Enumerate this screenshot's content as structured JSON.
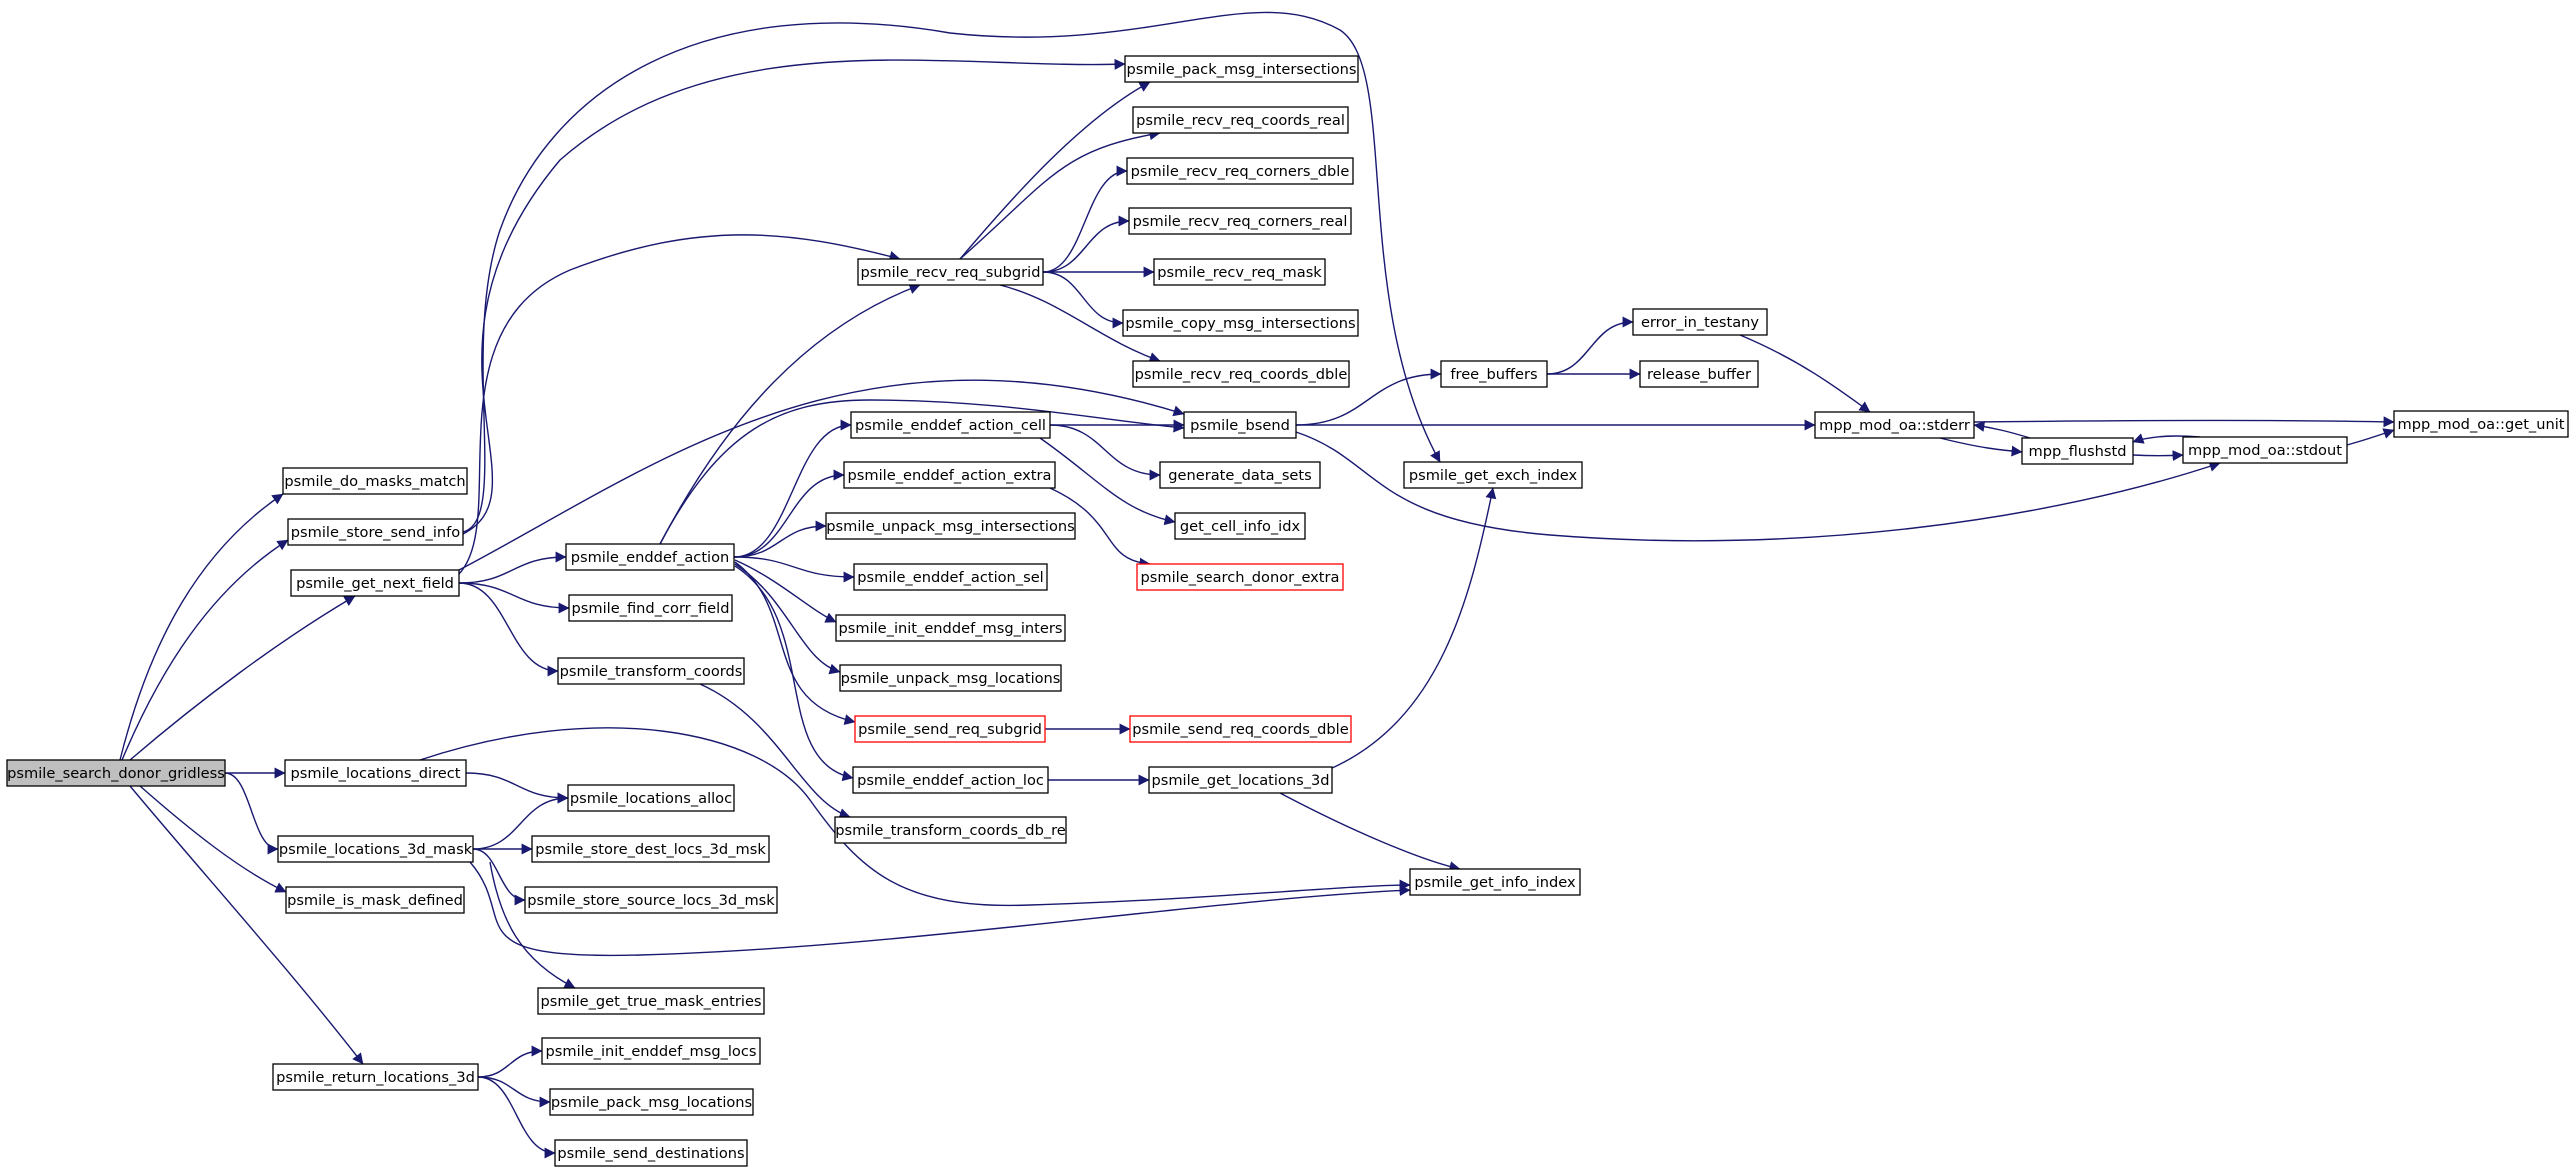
{
  "graph": {
    "root": "psmile_search_donor_gridless",
    "edge_color": "#191970",
    "root_fill": "#bfbfbf",
    "truncated_node_border": "#ff0000",
    "nodes": [
      {
        "id": "psmile_search_donor_gridless",
        "root": true
      },
      {
        "id": "psmile_do_masks_match"
      },
      {
        "id": "psmile_store_send_info"
      },
      {
        "id": "psmile_get_next_field"
      },
      {
        "id": "psmile_locations_direct"
      },
      {
        "id": "psmile_locations_3d_mask"
      },
      {
        "id": "psmile_is_mask_defined"
      },
      {
        "id": "psmile_return_locations_3d"
      },
      {
        "id": "psmile_enddef_action"
      },
      {
        "id": "psmile_find_corr_field"
      },
      {
        "id": "psmile_transform_coords"
      },
      {
        "id": "psmile_locations_alloc"
      },
      {
        "id": "psmile_store_dest_locs_3d_msk"
      },
      {
        "id": "psmile_store_source_locs_3d_msk"
      },
      {
        "id": "psmile_get_true_mask_entries"
      },
      {
        "id": "psmile_init_enddef_msg_locs"
      },
      {
        "id": "psmile_pack_msg_locations"
      },
      {
        "id": "psmile_send_destinations"
      },
      {
        "id": "psmile_recv_req_subgrid"
      },
      {
        "id": "psmile_enddef_action_cell"
      },
      {
        "id": "psmile_enddef_action_extra"
      },
      {
        "id": "psmile_unpack_msg_intersections"
      },
      {
        "id": "psmile_enddef_action_sel"
      },
      {
        "id": "psmile_init_enddef_msg_inters"
      },
      {
        "id": "psmile_unpack_msg_locations"
      },
      {
        "id": "psmile_send_req_subgrid",
        "truncated": true
      },
      {
        "id": "psmile_enddef_action_loc"
      },
      {
        "id": "psmile_transform_coords_db_re"
      },
      {
        "id": "psmile_pack_msg_intersections"
      },
      {
        "id": "psmile_recv_req_coords_real"
      },
      {
        "id": "psmile_recv_req_corners_dble"
      },
      {
        "id": "psmile_recv_req_corners_real"
      },
      {
        "id": "psmile_recv_req_mask"
      },
      {
        "id": "psmile_copy_msg_intersections"
      },
      {
        "id": "psmile_recv_req_coords_dble"
      },
      {
        "id": "psmile_bsend"
      },
      {
        "id": "generate_data_sets"
      },
      {
        "id": "get_cell_info_idx"
      },
      {
        "id": "psmile_search_donor_extra",
        "truncated": true
      },
      {
        "id": "psmile_send_req_coords_dble",
        "truncated": true
      },
      {
        "id": "psmile_get_locations_3d"
      },
      {
        "id": "free_buffers"
      },
      {
        "id": "error_in_testany"
      },
      {
        "id": "release_buffer"
      },
      {
        "id": "psmile_get_exch_index"
      },
      {
        "id": "psmile_get_info_index"
      },
      {
        "id": "mpp_mod_oa::stderr"
      },
      {
        "id": "mpp_flushstd"
      },
      {
        "id": "mpp_mod_oa::stdout"
      },
      {
        "id": "mpp_mod_oa::get_unit"
      }
    ],
    "edges": [
      [
        "psmile_search_donor_gridless",
        "psmile_do_masks_match"
      ],
      [
        "psmile_search_donor_gridless",
        "psmile_store_send_info"
      ],
      [
        "psmile_search_donor_gridless",
        "psmile_get_next_field"
      ],
      [
        "psmile_search_donor_gridless",
        "psmile_locations_direct"
      ],
      [
        "psmile_search_donor_gridless",
        "psmile_locations_3d_mask"
      ],
      [
        "psmile_search_donor_gridless",
        "psmile_is_mask_defined"
      ],
      [
        "psmile_search_donor_gridless",
        "psmile_return_locations_3d"
      ],
      [
        "psmile_store_send_info",
        "psmile_pack_msg_intersections"
      ],
      [
        "psmile_store_send_info",
        "psmile_get_exch_index"
      ],
      [
        "psmile_get_next_field",
        "psmile_enddef_action"
      ],
      [
        "psmile_get_next_field",
        "psmile_find_corr_field"
      ],
      [
        "psmile_get_next_field",
        "psmile_transform_coords"
      ],
      [
        "psmile_get_next_field",
        "psmile_recv_req_subgrid"
      ],
      [
        "psmile_get_next_field",
        "psmile_bsend"
      ],
      [
        "psmile_locations_direct",
        "psmile_locations_alloc"
      ],
      [
        "psmile_locations_direct",
        "psmile_get_info_index"
      ],
      [
        "psmile_locations_3d_mask",
        "psmile_locations_alloc"
      ],
      [
        "psmile_locations_3d_mask",
        "psmile_store_dest_locs_3d_msk"
      ],
      [
        "psmile_locations_3d_mask",
        "psmile_store_source_locs_3d_msk"
      ],
      [
        "psmile_locations_3d_mask",
        "psmile_get_true_mask_entries"
      ],
      [
        "psmile_locations_3d_mask",
        "psmile_get_info_index"
      ],
      [
        "psmile_return_locations_3d",
        "psmile_init_enddef_msg_locs"
      ],
      [
        "psmile_return_locations_3d",
        "psmile_pack_msg_locations"
      ],
      [
        "psmile_return_locations_3d",
        "psmile_send_destinations"
      ],
      [
        "psmile_enddef_action",
        "psmile_recv_req_subgrid"
      ],
      [
        "psmile_enddef_action",
        "psmile_bsend"
      ],
      [
        "psmile_enddef_action",
        "psmile_enddef_action_cell"
      ],
      [
        "psmile_enddef_action",
        "psmile_enddef_action_extra"
      ],
      [
        "psmile_enddef_action",
        "psmile_unpack_msg_intersections"
      ],
      [
        "psmile_enddef_action",
        "psmile_enddef_action_sel"
      ],
      [
        "psmile_enddef_action",
        "psmile_init_enddef_msg_inters"
      ],
      [
        "psmile_enddef_action",
        "psmile_unpack_msg_locations"
      ],
      [
        "psmile_enddef_action",
        "psmile_send_req_subgrid"
      ],
      [
        "psmile_enddef_action",
        "psmile_enddef_action_loc"
      ],
      [
        "psmile_transform_coords",
        "psmile_transform_coords_db_re"
      ],
      [
        "psmile_recv_req_subgrid",
        "psmile_pack_msg_intersections"
      ],
      [
        "psmile_recv_req_subgrid",
        "psmile_recv_req_coords_real"
      ],
      [
        "psmile_recv_req_subgrid",
        "psmile_recv_req_corners_dble"
      ],
      [
        "psmile_recv_req_subgrid",
        "psmile_recv_req_corners_real"
      ],
      [
        "psmile_recv_req_subgrid",
        "psmile_recv_req_mask"
      ],
      [
        "psmile_recv_req_subgrid",
        "psmile_copy_msg_intersections"
      ],
      [
        "psmile_recv_req_subgrid",
        "psmile_recv_req_coords_dble"
      ],
      [
        "psmile_enddef_action_cell",
        "psmile_bsend"
      ],
      [
        "psmile_enddef_action_cell",
        "generate_data_sets"
      ],
      [
        "psmile_enddef_action_cell",
        "get_cell_info_idx"
      ],
      [
        "psmile_enddef_action_extra",
        "psmile_search_donor_extra"
      ],
      [
        "psmile_send_req_subgrid",
        "psmile_send_req_coords_dble"
      ],
      [
        "psmile_enddef_action_loc",
        "psmile_get_locations_3d"
      ],
      [
        "psmile_get_locations_3d",
        "psmile_get_exch_index"
      ],
      [
        "psmile_get_locations_3d",
        "psmile_get_info_index"
      ],
      [
        "psmile_bsend",
        "free_buffers"
      ],
      [
        "psmile_bsend",
        "mpp_mod_oa::stderr"
      ],
      [
        "psmile_bsend",
        "mpp_mod_oa::stdout"
      ],
      [
        "free_buffers",
        "error_in_testany"
      ],
      [
        "free_buffers",
        "release_buffer"
      ],
      [
        "error_in_testany",
        "mpp_mod_oa::stderr"
      ],
      [
        "mpp_mod_oa::stderr",
        "mpp_flushstd"
      ],
      [
        "mpp_mod_oa::stderr",
        "mpp_mod_oa::get_unit"
      ],
      [
        "mpp_flushstd",
        "mpp_mod_oa::stderr"
      ],
      [
        "mpp_flushstd",
        "mpp_mod_oa::stdout"
      ],
      [
        "mpp_mod_oa::stdout",
        "mpp_flushstd"
      ],
      [
        "mpp_mod_oa::stdout",
        "mpp_mod_oa::get_unit"
      ]
    ]
  }
}
